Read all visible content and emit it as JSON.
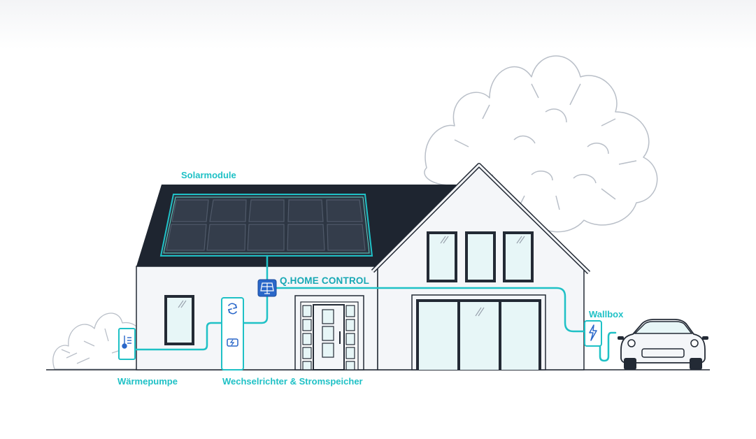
{
  "labels": {
    "solar": "Solarmodule",
    "control": "Q.HOME CONTROL",
    "wallbox": "Wallbox",
    "heatpump": "Wärmepumpe",
    "inverter": "Wechselrichter & Stromspeicher"
  },
  "colors": {
    "accent": "#1fc1c6",
    "roof": "#1e2530",
    "wall": "#f4f6f9",
    "outline": "#232a35",
    "glass": "#e7f6f7",
    "tree": "#b9bfc8",
    "control_box": "#2a67c9"
  },
  "icons": {
    "control": "solar-panel-icon",
    "inverter": "cycle-icon",
    "battery": "battery-icon",
    "heatpump": "thermometer-icon",
    "wallbox": "lightning-icon"
  }
}
